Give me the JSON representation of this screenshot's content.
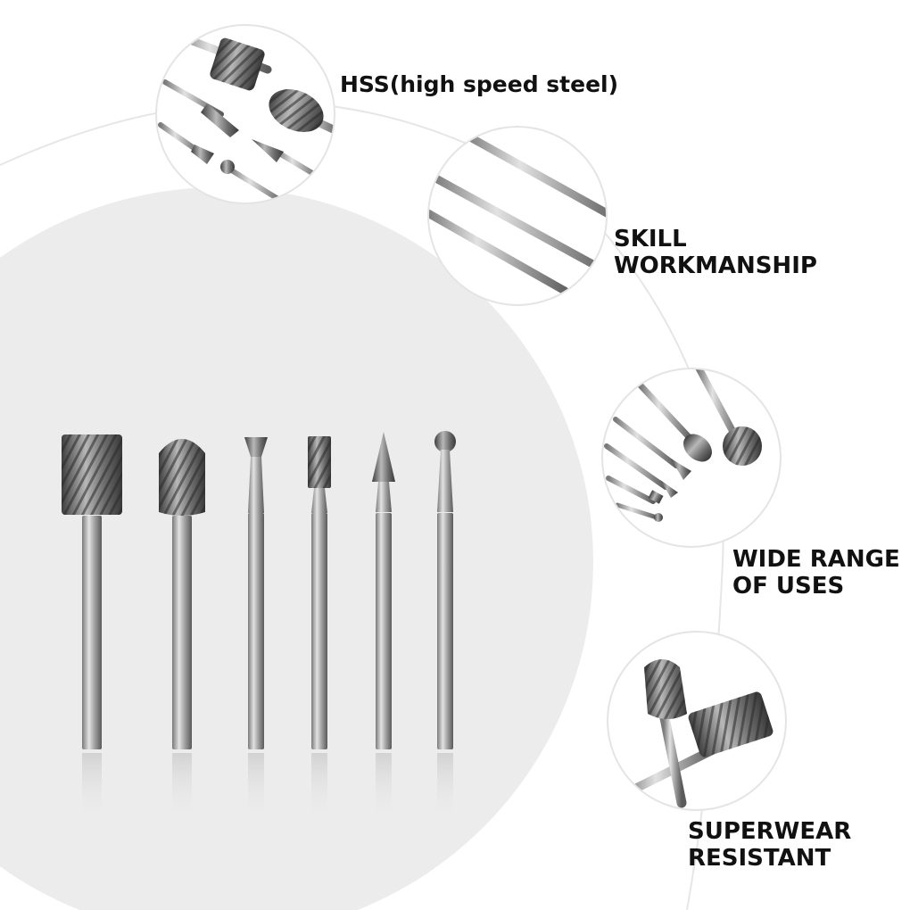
{
  "features": [
    {
      "id": "hss",
      "lines": [
        "HSS(high speed steel)"
      ]
    },
    {
      "id": "skill",
      "lines": [
        "SKILL",
        "WORKMANSHIP"
      ]
    },
    {
      "id": "range",
      "lines": [
        "WIDE RANGE",
        "OF USES"
      ]
    },
    {
      "id": "wear",
      "lines": [
        "SUPERWEAR",
        "RESISTANT"
      ]
    }
  ],
  "product": {
    "bit_count": 6,
    "bit_heads": [
      "cylinder",
      "flame",
      "inverted-cone",
      "straight-flute",
      "cone-point",
      "ball"
    ]
  },
  "colors": {
    "background": "#ffffff",
    "backdrop_disc": "#ececec",
    "arc_line": "#e6e6e6",
    "steel_light": "#d8d8d8",
    "steel_mid": "#9a9a9a",
    "steel_dark": "#4a4a4a",
    "text": "#111111"
  }
}
